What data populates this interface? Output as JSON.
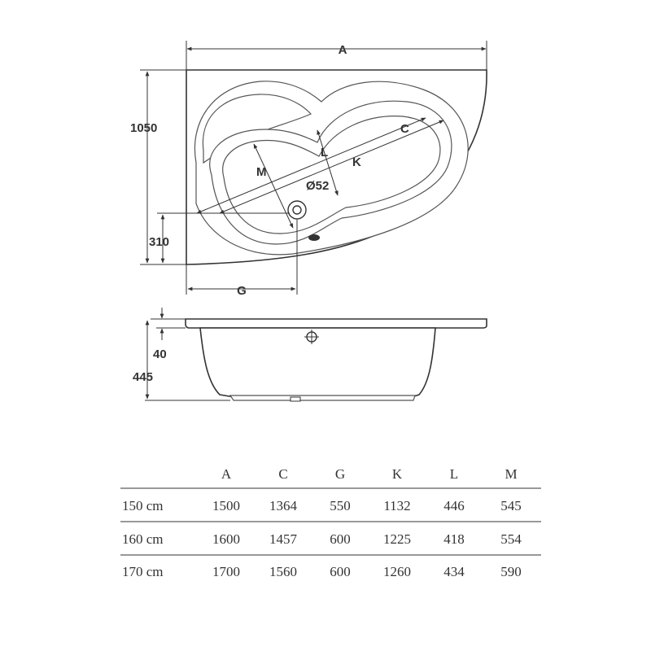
{
  "plan_view": {
    "dim_width": "A",
    "dim_depth": "1050",
    "dim_drain_offset": "310",
    "dim_g": "G",
    "label_c": "C",
    "label_l": "L",
    "label_k": "K",
    "label_m": "M",
    "label_drain": "Ø52"
  },
  "side_view": {
    "dim_rim": "40",
    "dim_height": "445"
  },
  "table": {
    "columns": [
      "",
      "A",
      "C",
      "G",
      "K",
      "L",
      "M"
    ],
    "rows": [
      [
        "150 cm",
        "1500",
        "1364",
        "550",
        "1132",
        "446",
        "545"
      ],
      [
        "160 cm",
        "1600",
        "1457",
        "600",
        "1225",
        "418",
        "554"
      ],
      [
        "170 cm",
        "1700",
        "1560",
        "600",
        "1260",
        "434",
        "590"
      ]
    ]
  }
}
